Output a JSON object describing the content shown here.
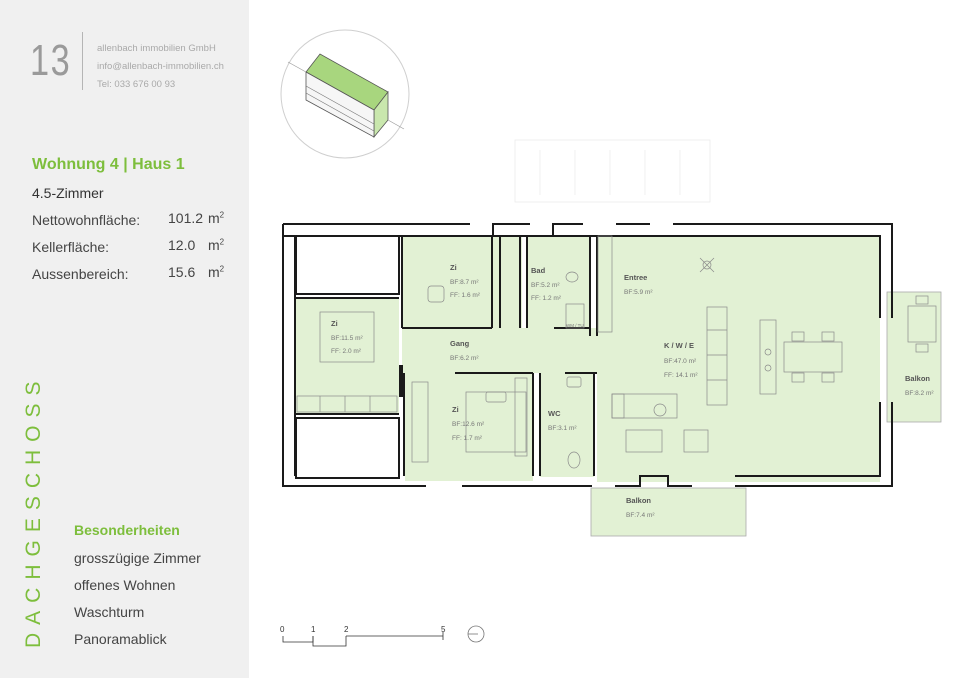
{
  "header": {
    "page_number": "13",
    "company": "allenbach immobilien GmbH",
    "email": "info@allenbach-immobilien.ch",
    "phone": "Tel: 033 676 00 93"
  },
  "unit": {
    "title": "Wohnung 4 | Haus 1",
    "rooms": "4.5-Zimmer",
    "areas": [
      {
        "label": "Nettowohnfläche:",
        "value": "101.2",
        "unit": "m",
        "exp": "2"
      },
      {
        "label": "Kellerfläche:",
        "value": "12.0",
        "unit": "m",
        "exp": "2"
      },
      {
        "label": "Aussenbereich:",
        "value": "15.6",
        "unit": "m",
        "exp": "2"
      }
    ]
  },
  "floor_label": "DACHGESCHOSS",
  "features": {
    "title": "Besonderheiten",
    "items": [
      "grosszügige Zimmer",
      "offenes Wohnen",
      "Waschturm",
      "Panoramablick"
    ]
  },
  "rooms": [
    {
      "name": "Zi",
      "bf": "BF:8.7 m²",
      "ff": "FF: 1.6 m²"
    },
    {
      "name": "Bad",
      "bf": "BF:5.2 m²",
      "ff": "FF: 1.2 m²"
    },
    {
      "name": "Entree",
      "bf": "BF:5.9 m²"
    },
    {
      "name": "Zi",
      "bf": "BF:11.5 m²",
      "ff": "FF: 2.0 m²"
    },
    {
      "name": "Gang",
      "bf": "BF:6.2 m²"
    },
    {
      "name": "K / W / E",
      "bf": "BF:47.0 m²",
      "ff": "FF: 14.1 m²"
    },
    {
      "name": "Zi",
      "bf": "BF:12.6 m²",
      "ff": "FF: 1.7 m²"
    },
    {
      "name": "WC",
      "bf": "BF:3.1 m²"
    },
    {
      "name": "Balkon",
      "bf": "BF:8.2 m²"
    },
    {
      "name": "Balkon",
      "bf": "BF:7.4 m²"
    }
  ],
  "wm_label": "WM / TU",
  "scale": {
    "ticks": [
      "0",
      "1",
      "2",
      "5"
    ]
  },
  "colors": {
    "accent": "#7dbe3c",
    "room_fill": "#e2f1d4",
    "sidebar_bg": "#f0f0f0",
    "wall": "#1a1a1a"
  }
}
